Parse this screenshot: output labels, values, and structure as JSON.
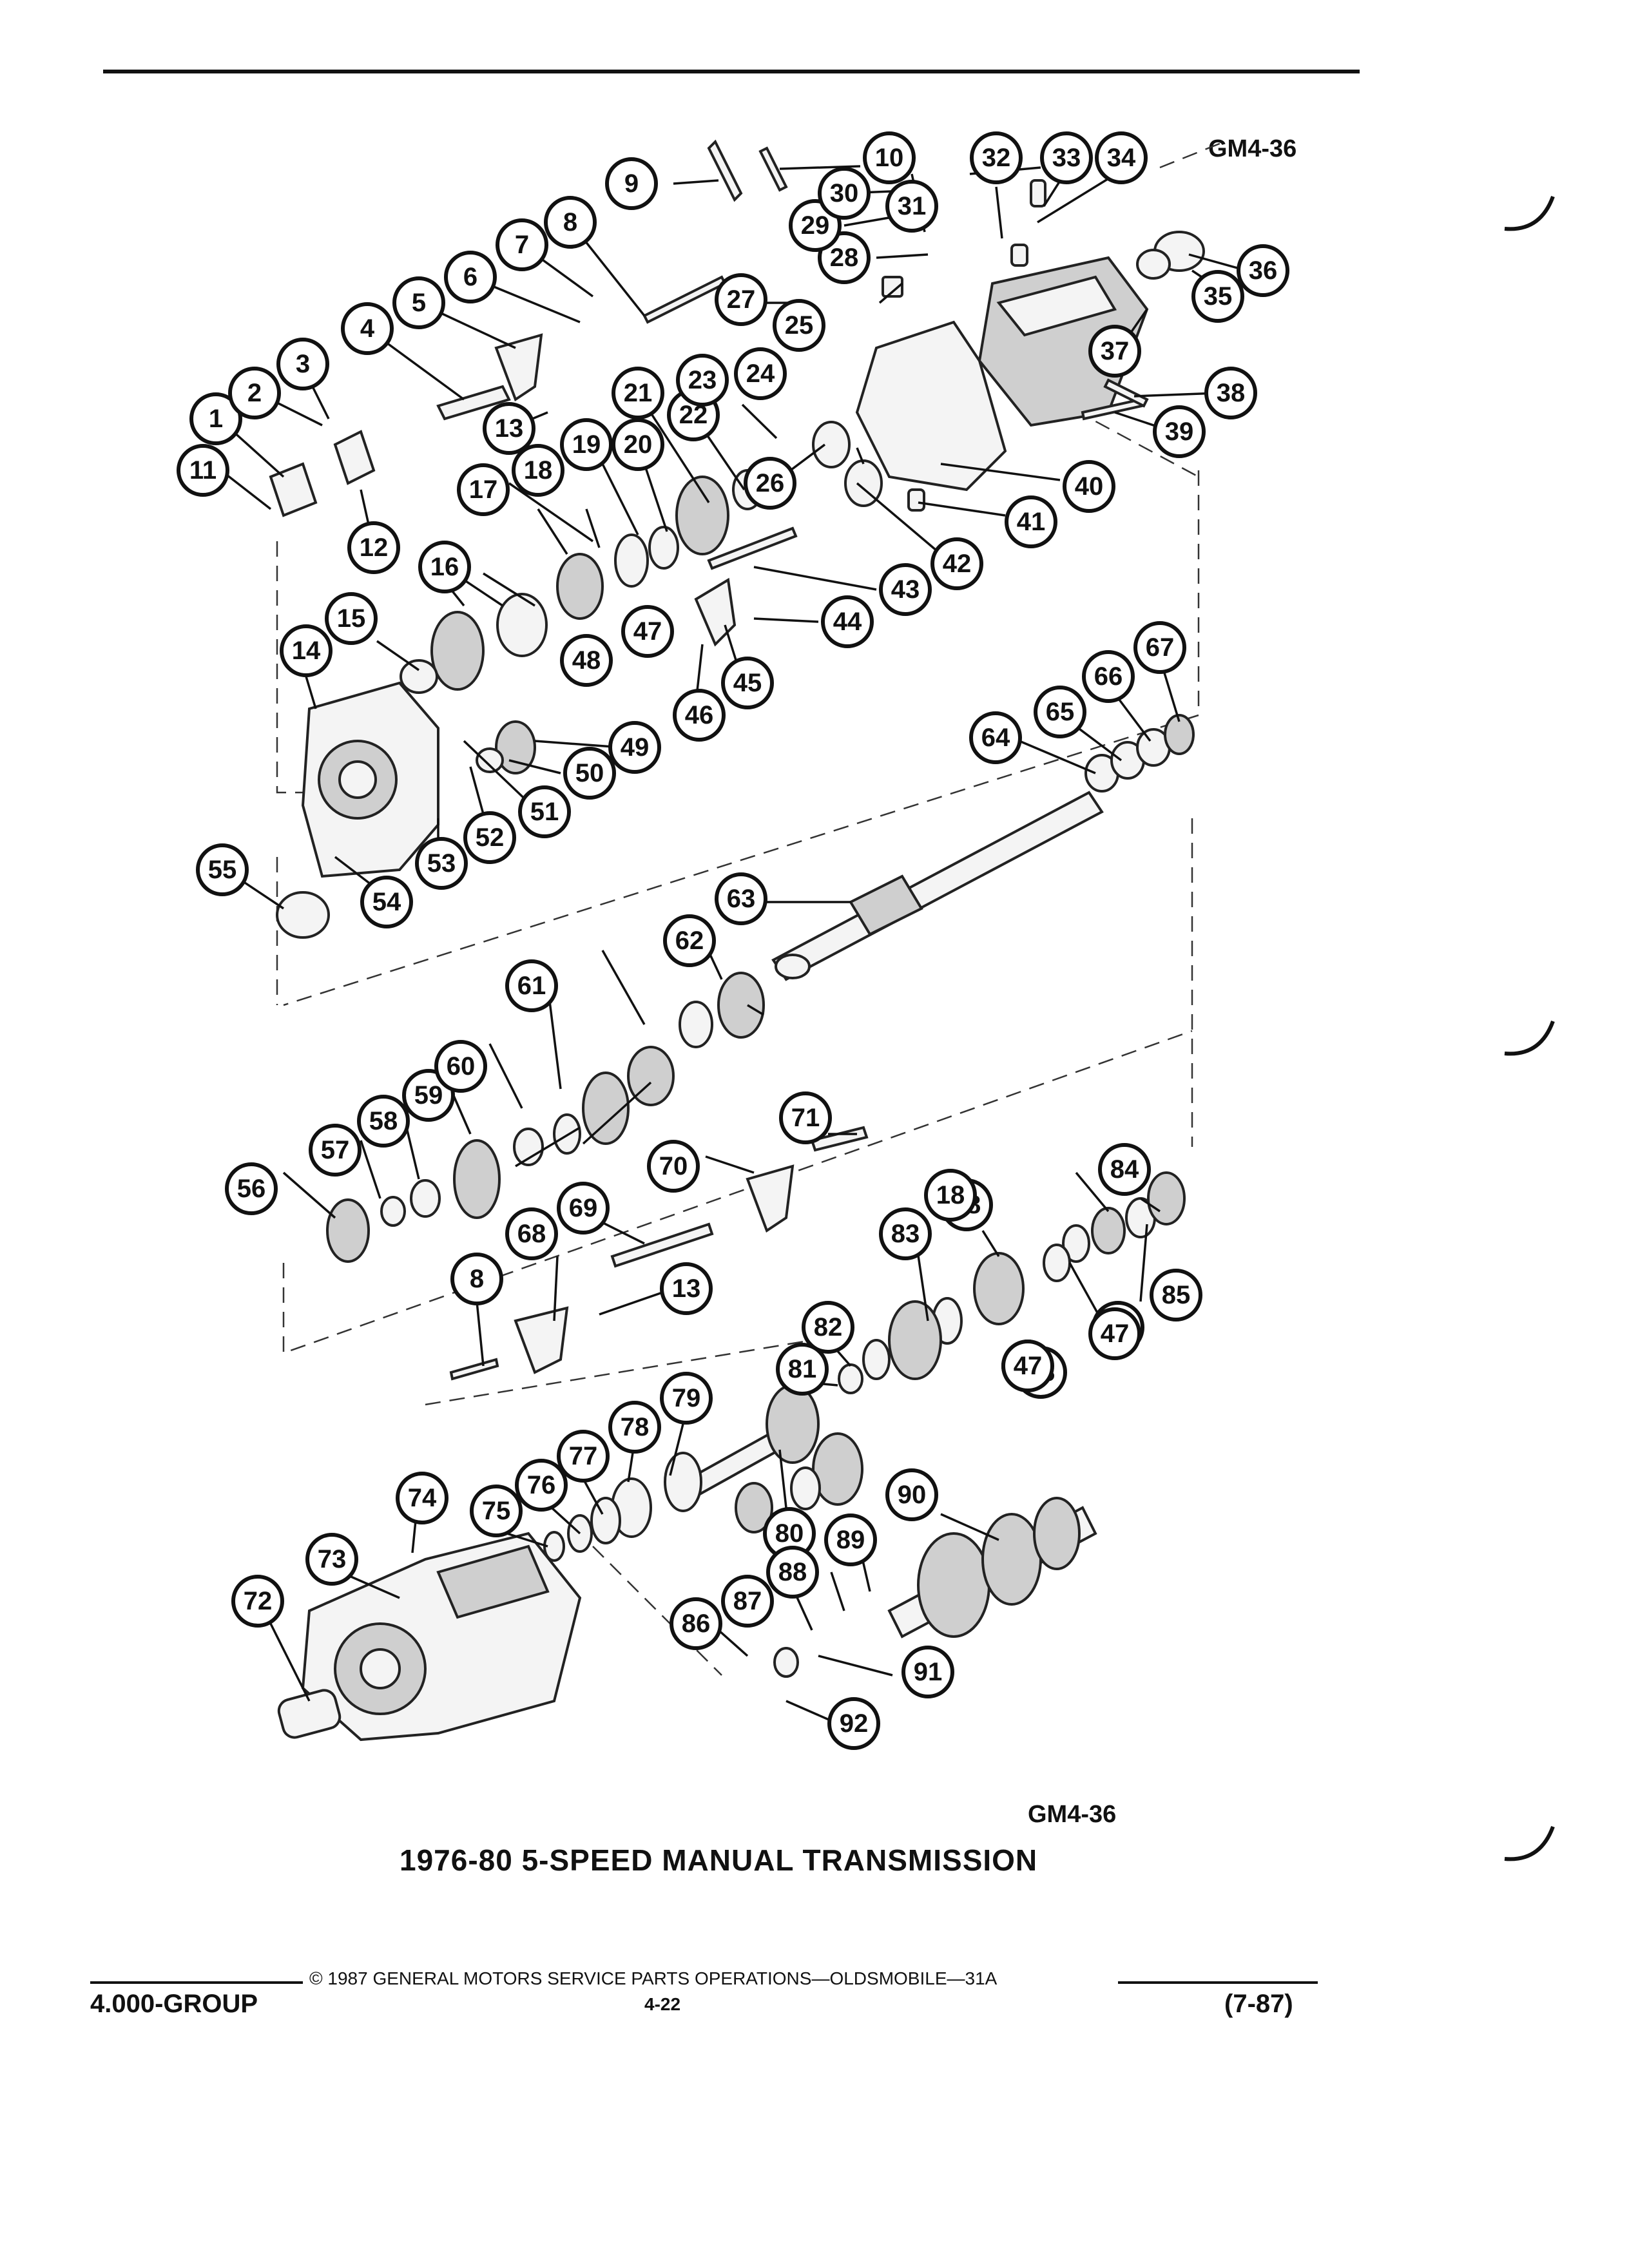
{
  "figure_code_top": "GM4-36",
  "figure_code_bottom": "GM4-36",
  "caption": "1976-80 5-SPEED MANUAL TRANSMISSION",
  "footer": {
    "copyright": "© 1987 GENERAL MOTORS SERVICE PARTS OPERATIONS—OLDSMOBILE—31A",
    "group": "4.000-GROUP",
    "page": "4-22",
    "revision": "(7-87)"
  },
  "callouts": [
    {
      "n": "1"
    },
    {
      "n": "2"
    },
    {
      "n": "3"
    },
    {
      "n": "4"
    },
    {
      "n": "5"
    },
    {
      "n": "6"
    },
    {
      "n": "7"
    },
    {
      "n": "8"
    },
    {
      "n": "9"
    },
    {
      "n": "10"
    },
    {
      "n": "11"
    },
    {
      "n": "12"
    },
    {
      "n": "13"
    },
    {
      "n": "14"
    },
    {
      "n": "15"
    },
    {
      "n": "16"
    },
    {
      "n": "17"
    },
    {
      "n": "18"
    },
    {
      "n": "19"
    },
    {
      "n": "20"
    },
    {
      "n": "21"
    },
    {
      "n": "22"
    },
    {
      "n": "23"
    },
    {
      "n": "24"
    },
    {
      "n": "25"
    },
    {
      "n": "26"
    },
    {
      "n": "27"
    },
    {
      "n": "28"
    },
    {
      "n": "29"
    },
    {
      "n": "30"
    },
    {
      "n": "31"
    },
    {
      "n": "32"
    },
    {
      "n": "33"
    },
    {
      "n": "34"
    },
    {
      "n": "35"
    },
    {
      "n": "36"
    },
    {
      "n": "37"
    },
    {
      "n": "38"
    },
    {
      "n": "39"
    },
    {
      "n": "40"
    },
    {
      "n": "41"
    },
    {
      "n": "42"
    },
    {
      "n": "43"
    },
    {
      "n": "44"
    },
    {
      "n": "45"
    },
    {
      "n": "46"
    },
    {
      "n": "47"
    },
    {
      "n": "48"
    },
    {
      "n": "49"
    },
    {
      "n": "50"
    },
    {
      "n": "51"
    },
    {
      "n": "52"
    },
    {
      "n": "53"
    },
    {
      "n": "54"
    },
    {
      "n": "55"
    },
    {
      "n": "13"
    },
    {
      "n": "18"
    },
    {
      "n": "47"
    },
    {
      "n": "48"
    },
    {
      "n": "56"
    },
    {
      "n": "57"
    },
    {
      "n": "58"
    },
    {
      "n": "59"
    },
    {
      "n": "60"
    },
    {
      "n": "61"
    },
    {
      "n": "62"
    },
    {
      "n": "63"
    },
    {
      "n": "64"
    },
    {
      "n": "65"
    },
    {
      "n": "66"
    },
    {
      "n": "67"
    },
    {
      "n": "68"
    },
    {
      "n": "69"
    },
    {
      "n": "70"
    },
    {
      "n": "71"
    },
    {
      "n": "72"
    },
    {
      "n": "73"
    },
    {
      "n": "74"
    },
    {
      "n": "75"
    },
    {
      "n": "76"
    },
    {
      "n": "77"
    },
    {
      "n": "78"
    },
    {
      "n": "79"
    },
    {
      "n": "80"
    },
    {
      "n": "81"
    },
    {
      "n": "82"
    },
    {
      "n": "83"
    },
    {
      "n": "84"
    },
    {
      "n": "85"
    },
    {
      "n": "86"
    },
    {
      "n": "87"
    },
    {
      "n": "88"
    },
    {
      "n": "89"
    },
    {
      "n": "90"
    },
    {
      "n": "91"
    },
    {
      "n": "92"
    },
    {
      "n": "8"
    },
    {
      "n": "18"
    },
    {
      "n": "47"
    },
    {
      "n": "48"
    },
    {
      "n": "47"
    }
  ]
}
